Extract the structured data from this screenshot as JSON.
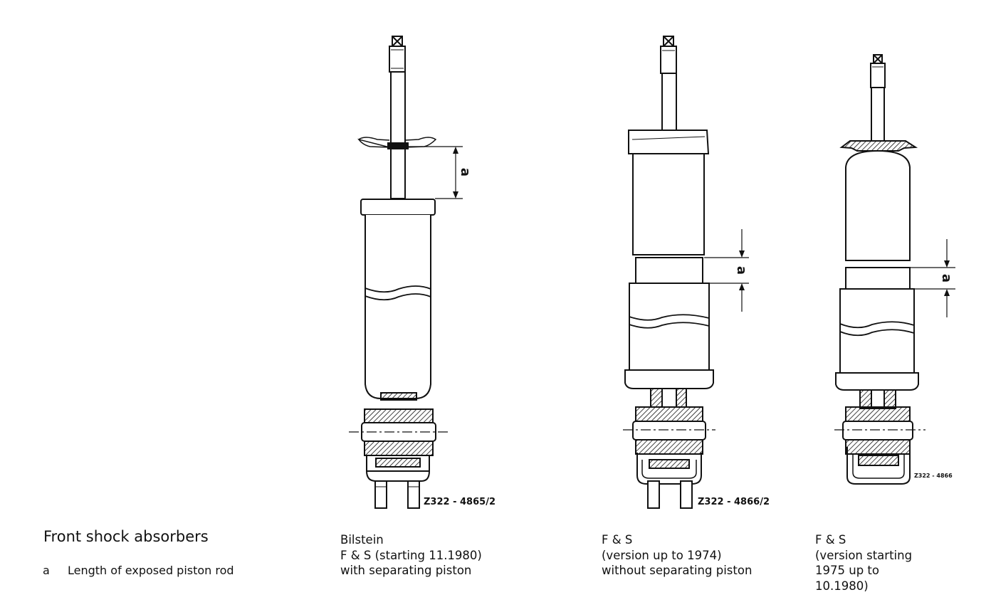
{
  "title": "Front shock absorbers",
  "legend": {
    "letter": "a",
    "text": "Length of exposed piston rod"
  },
  "dimension_label": "a",
  "absorbers": [
    {
      "caption": [
        "Bilstein",
        "F & S (starting 11.1980)",
        "with separating piston"
      ],
      "figure_number": "Z322 - 4865/2"
    },
    {
      "caption": [
        "F & S",
        "(version up to 1974)",
        "without separating piston"
      ],
      "figure_number": "Z322 - 4866/2"
    },
    {
      "caption": [
        "F & S",
        "(version starting",
        "1975 up to",
        "10.1980)"
      ],
      "figure_number": "Z322 - 4866"
    }
  ],
  "colors": {
    "line": "#111111",
    "background": "#ffffff"
  }
}
